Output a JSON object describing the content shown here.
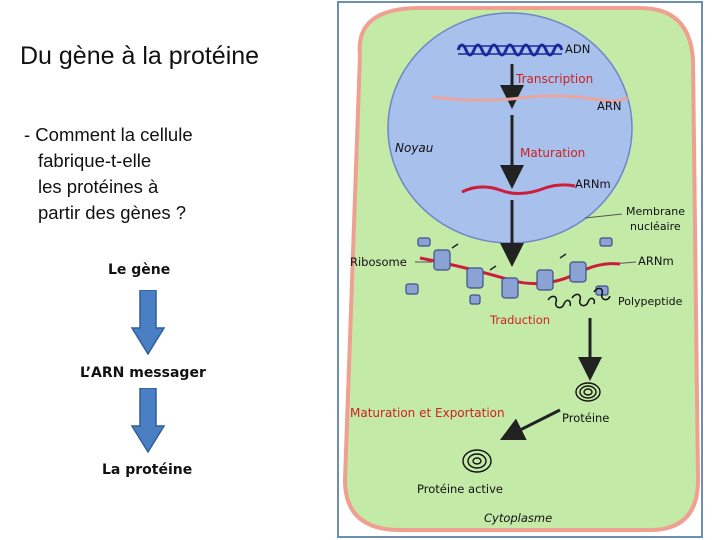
{
  "slide": {
    "title": "Du gène à la protéine",
    "question": {
      "line1": "- Comment la cellule",
      "line2": "fabrique-t-elle",
      "line3": "les protéines à",
      "line4": "partir des gènes ?"
    },
    "flow": [
      {
        "label": "Le gène"
      },
      {
        "label": "L’ARN messager"
      },
      {
        "label": "La protéine"
      }
    ]
  },
  "diagram": {
    "labels": {
      "adn": "ADN",
      "transcription": "Transcription",
      "arn": "ARN",
      "noyau": "Noyau",
      "maturation": "Maturation",
      "arnm_nucleus": "ARNm",
      "membrane_1": "Membrane",
      "membrane_2": "nucléaire",
      "ribosome": "Ribosome",
      "arnm_cyto": "ARNm",
      "polypeptide": "Polypeptide",
      "traduction": "Traduction",
      "maturation_export": "Maturation et Exportation",
      "proteine": "Protéine",
      "proteine_active": "Protéine active",
      "cytoplasme": "Cytoplasme"
    },
    "colors": {
      "cell_fill": "#c4eaa8",
      "cell_border": "#f0a090",
      "nucleus_fill": "#a8c0ec",
      "red_label": "#cc2222",
      "arrow": "#222222",
      "flow_arrow": "#4a7fc4"
    }
  }
}
